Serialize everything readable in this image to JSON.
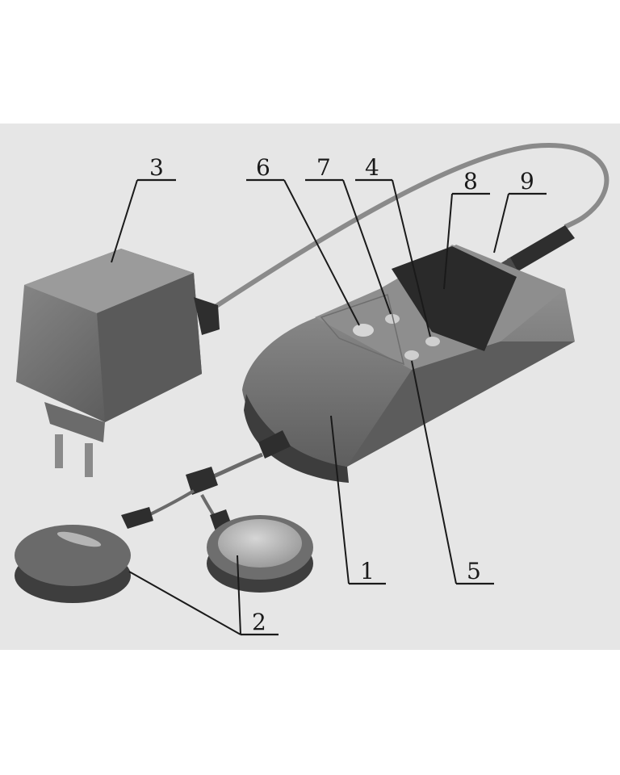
{
  "figure": {
    "callouts": [
      {
        "id": "1",
        "label": "1"
      },
      {
        "id": "2",
        "label": "2"
      },
      {
        "id": "3",
        "label": "3"
      },
      {
        "id": "4",
        "label": "4"
      },
      {
        "id": "5",
        "label": "5"
      },
      {
        "id": "6",
        "label": "6"
      },
      {
        "id": "7",
        "label": "7"
      },
      {
        "id": "8",
        "label": "8"
      },
      {
        "id": "9",
        "label": "9"
      }
    ]
  },
  "colors": {
    "background": "#e6e6e6",
    "device_body": "#7d7d7d",
    "device_dark": "#4a4a4a",
    "display": "#2a2a2a",
    "button": "#cfcfcf",
    "electrode_pad": "#bdbdbd"
  }
}
